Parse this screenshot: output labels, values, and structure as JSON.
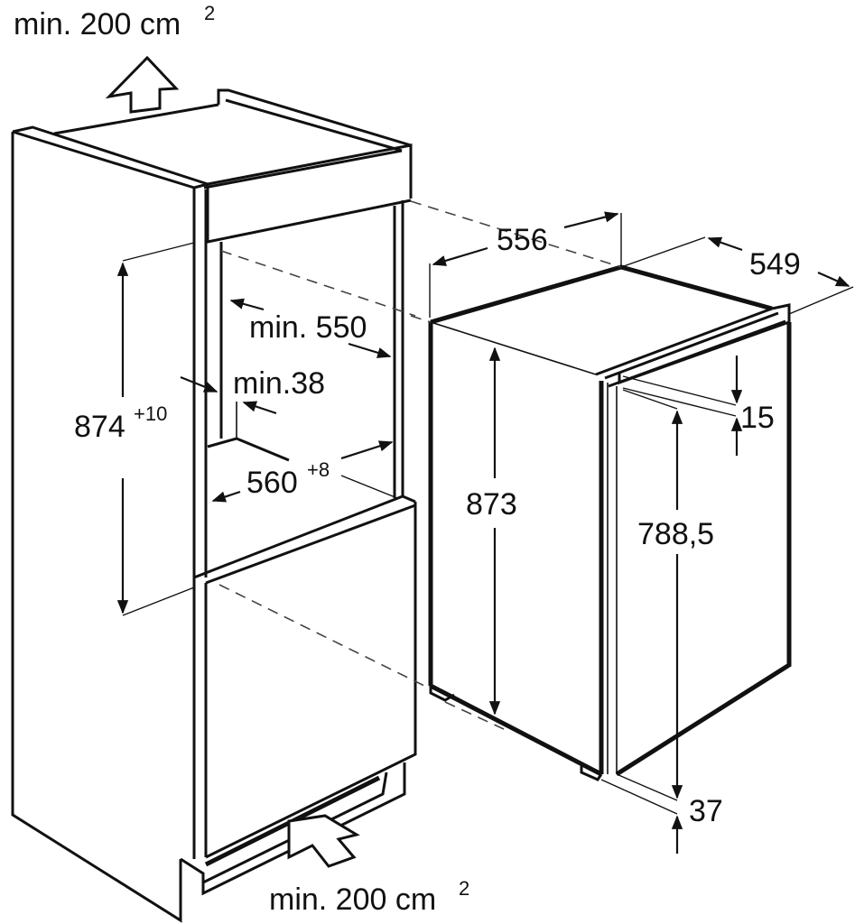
{
  "diagram": {
    "type": "built-in refrigerator installation dimension drawing",
    "units": "mm",
    "colors": {
      "line": "#111111",
      "dashed": "#444444",
      "background": "#ffffff"
    },
    "ventilation": {
      "top_label": "min. 200 cm",
      "top_sup": "2",
      "bottom_label": "min. 200 cm",
      "bottom_sup": "2",
      "top_arrow_icon": "arrow-up-outline-icon",
      "bottom_arrow_icon": "arrow-inward-outline-icon"
    },
    "niche": {
      "height": "874",
      "height_tol": "+10",
      "depth": "min. 550",
      "width": "560",
      "width_tol": "+8",
      "back_gap": "min.38"
    },
    "appliance": {
      "width": "556",
      "depth": "549",
      "height": "873",
      "door_height": "788,5",
      "top_offset": "15",
      "bottom_offset": "37"
    }
  }
}
